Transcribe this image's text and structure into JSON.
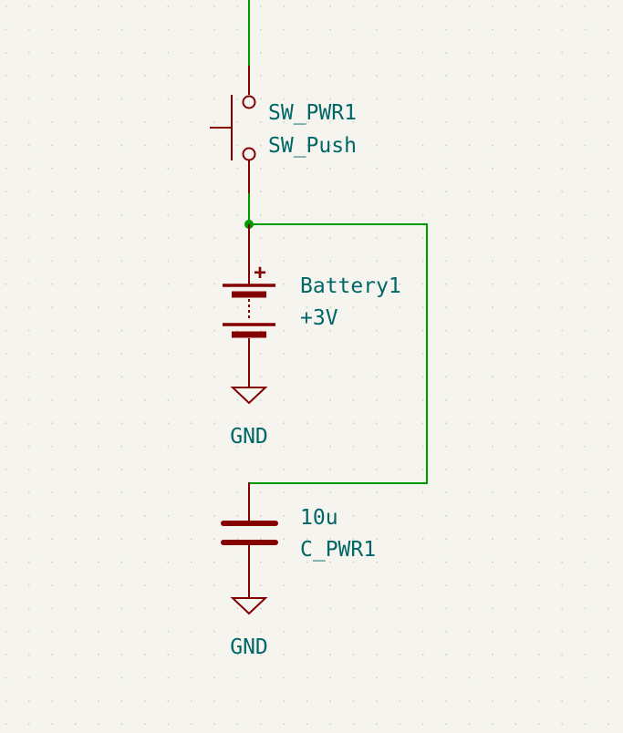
{
  "colors": {
    "background": "#f5f4ef",
    "wire": "#009900",
    "component": "#840000",
    "label": "#006666",
    "junction": "#009900",
    "grid_dot": "#cfcdc4"
  },
  "components": {
    "switch": {
      "reference": "SW_PWR1",
      "value": "SW_Push"
    },
    "battery": {
      "reference": "Battery1",
      "value": "+3V",
      "polarity": "+"
    },
    "capacitor": {
      "reference": "C_PWR1",
      "value": "10u"
    },
    "gnd_battery": {
      "label": "GND"
    },
    "gnd_capacitor": {
      "label": "GND"
    }
  }
}
